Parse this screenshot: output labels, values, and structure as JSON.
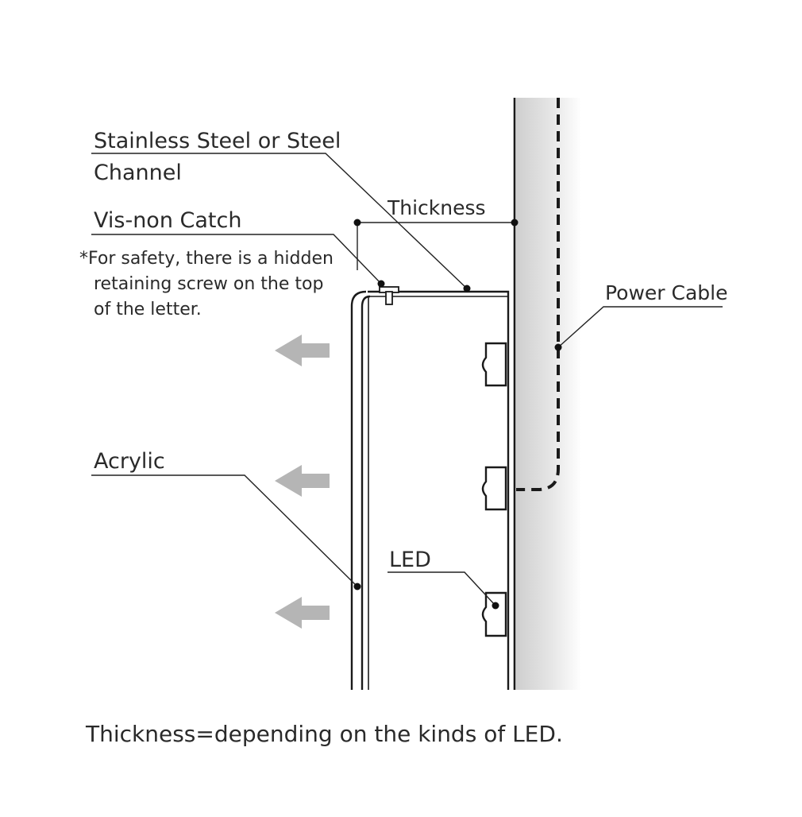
{
  "labels": {
    "channel_line1": "Stainless Steel or Steel",
    "channel_line2": "Channel",
    "thickness": "Thickness",
    "catch": "Vis-non Catch",
    "note_line1": "*For safety, there is a hidden",
    "note_line2": "retaining screw on the top",
    "note_line3": "of the letter.",
    "power_cable": "Power Cable",
    "acrylic": "Acrylic",
    "led": "LED"
  },
  "caption": "Thickness=depending on the kinds of LED.",
  "colors": {
    "line": "#1a1a1a",
    "arrow": "#b5b5b5",
    "wall_shadow": "#cfcfcf",
    "text": "#2a2a2a"
  }
}
